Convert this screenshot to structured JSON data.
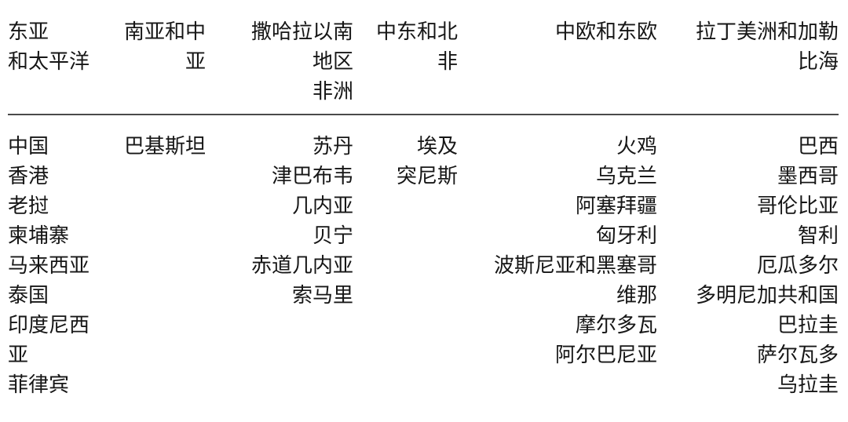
{
  "styles": {
    "background": "#ffffff",
    "text_color": "#161616",
    "divider_color": "#4a4a4a"
  },
  "table": {
    "columns": [
      {
        "id": "east-asia-pacific",
        "header": "东亚和太平洋",
        "header_lines": [
          "东亚",
          "和太平洋"
        ],
        "countries": [
          "中国",
          "香港",
          "老挝",
          "柬埔寨",
          "马来西亚",
          "泰国",
          "印度尼西亚",
          "菲律宾"
        ],
        "lines": [
          "中国",
          "香港",
          "老挝",
          "柬埔寨",
          "马来西亚",
          "泰国",
          "印度尼西",
          "亚",
          "菲律宾"
        ],
        "align": "left"
      },
      {
        "id": "south-central-asia",
        "header": "南亚和中亚",
        "header_lines": [
          "南亚和中",
          "亚"
        ],
        "countries": [
          "巴基斯坦"
        ],
        "lines": [
          "巴基斯坦"
        ],
        "align": "right"
      },
      {
        "id": "sub-saharan-africa",
        "header": "撒哈拉以南地区非洲",
        "header_lines": [
          "撒哈拉以南",
          "地区",
          "非洲"
        ],
        "countries": [
          "苏丹",
          "津巴布韦",
          "几内亚",
          "贝宁",
          "赤道几内亚",
          "索马里"
        ],
        "lines": [
          "苏丹",
          "津巴布韦",
          "几内亚",
          "贝宁",
          "赤道几内亚",
          "索马里"
        ],
        "align": "right"
      },
      {
        "id": "middle-east-north-africa",
        "header": "中东和北非",
        "header_lines": [
          "中东和北",
          "非"
        ],
        "countries": [
          "埃及",
          "突尼斯"
        ],
        "lines": [
          "埃及",
          "突尼斯"
        ],
        "align": "right"
      },
      {
        "id": "central-eastern-europe",
        "header": "中欧和东欧",
        "header_lines": [
          "中欧和东欧"
        ],
        "countries": [
          "火鸡",
          "乌克兰",
          "阿塞拜疆",
          "匈牙利",
          "波斯尼亚和黑塞哥维那",
          "摩尔多瓦",
          "阿尔巴尼亚"
        ],
        "lines": [
          "火鸡",
          "乌克兰",
          "阿塞拜疆",
          "匈牙利",
          "波斯尼亚和黑塞哥",
          "维那",
          "摩尔多瓦",
          "阿尔巴尼亚"
        ],
        "align": "right"
      },
      {
        "id": "latin-america-caribbean",
        "header": "拉丁美洲和加勒比海",
        "header_lines": [
          "拉丁美洲和加勒",
          "比海"
        ],
        "countries": [
          "巴西",
          "墨西哥",
          "哥伦比亚",
          "智利",
          "厄瓜多尔",
          "多明尼加共和国",
          "巴拉圭",
          "萨尔瓦多",
          "乌拉圭"
        ],
        "lines": [
          "巴西",
          "墨西哥",
          "哥伦比亚",
          "智利",
          "厄瓜多尔",
          "多明尼加共和国",
          "巴拉圭",
          "萨尔瓦多",
          "乌拉圭"
        ],
        "align": "right"
      }
    ]
  }
}
